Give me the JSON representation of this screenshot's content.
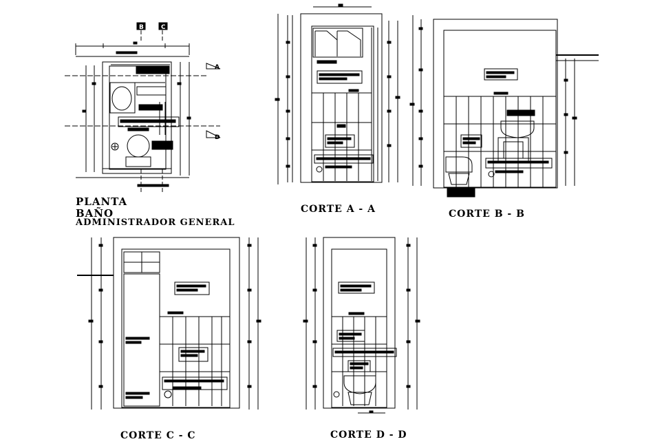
{
  "plan": {
    "title_line1": "PLANTA",
    "title_line2": "BAÑO",
    "title_line3": "ADMINISTRADOR GENERAL",
    "section_marks": [
      "B",
      "C",
      "A",
      "D"
    ]
  },
  "sections": {
    "a": "CORTE A - A",
    "b": "CORTE B - B",
    "c": "CORTE C - C",
    "d": "CORTE D - D"
  },
  "colors": {
    "ink": "#000000",
    "paper": "#ffffff"
  }
}
